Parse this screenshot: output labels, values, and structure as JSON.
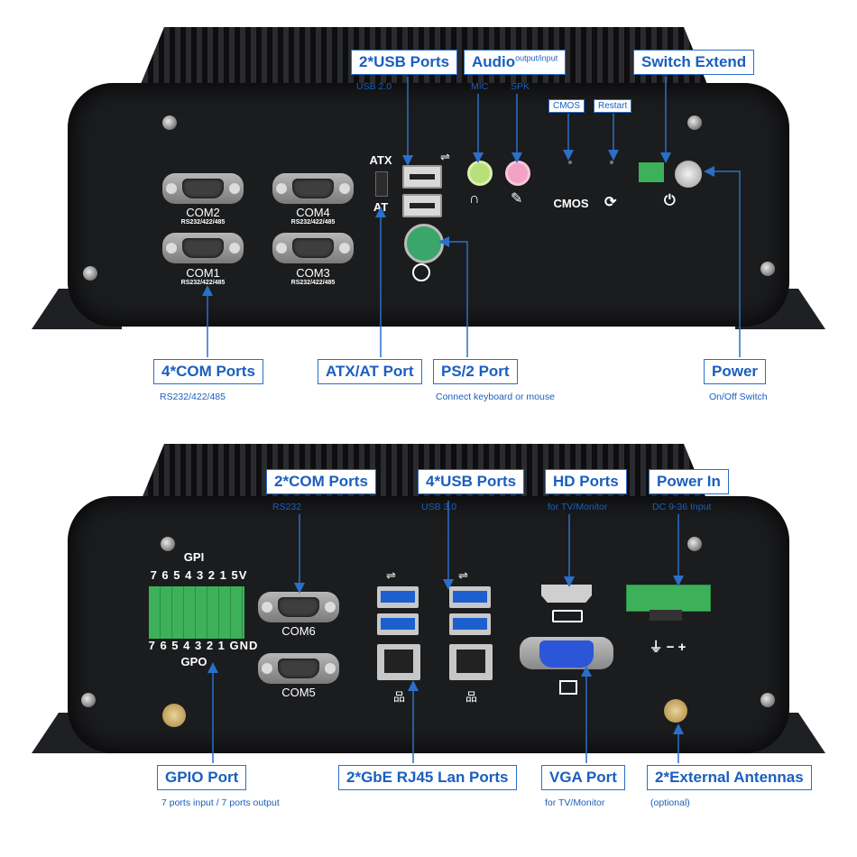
{
  "top_panel": {
    "ports": {
      "com2": "COM2",
      "com4": "COM4",
      "com1": "COM1",
      "com3": "COM3",
      "com_spec": "RS232/422/485",
      "atx": "ATX",
      "at": "AT",
      "cmos": "CMOS"
    },
    "callouts": {
      "usb": "2*USB Ports",
      "usb_note": "USB 2.0",
      "audio": "Audio",
      "audio_sup": "output/input",
      "mic": "MIC",
      "spk": "SPK",
      "cmos": "CMOS",
      "restart": "Restart",
      "switch_extend": "Switch Extend",
      "com_ports": "4*COM Ports",
      "com_ports_note": "RS232/422/485",
      "atx_at": "ATX/AT Port",
      "ps2": "PS/2 Port",
      "ps2_note": "Connect keyboard or mouse",
      "power": "Power",
      "power_note": "On/Off Switch"
    }
  },
  "bottom_panel": {
    "ports": {
      "gpi": "GPI",
      "gpi_pins": "7 6 5 4 3 2 1 5V",
      "gpo_pins": "7 6 5 4 3 2 1 GND",
      "gpo": "GPO",
      "com6": "COM6",
      "com5": "COM5",
      "power_symbols": "⏚ − +"
    },
    "callouts": {
      "com_ports": "2*COM Ports",
      "com_note": "RS232",
      "usb_ports": "4*USB Ports",
      "usb_note": "USB 3.0",
      "hd_ports": "HD Ports",
      "hd_note": "for TV/Monitor",
      "power_in": "Power In",
      "power_in_note": "DC 9-36 Input",
      "gpio": "GPIO Port",
      "gpio_note": "7 ports input / 7 ports output",
      "lan": "2*GbE RJ45 Lan Ports",
      "vga": "VGA Port",
      "vga_note": "for TV/Monitor",
      "antennas": "2*External Antennas",
      "antennas_note": "(optional)"
    }
  },
  "colors": {
    "accent": "#1a5fbf",
    "device": "#1b1c1e",
    "usb3": "#1e5fd0",
    "terminal": "#3db15a"
  }
}
